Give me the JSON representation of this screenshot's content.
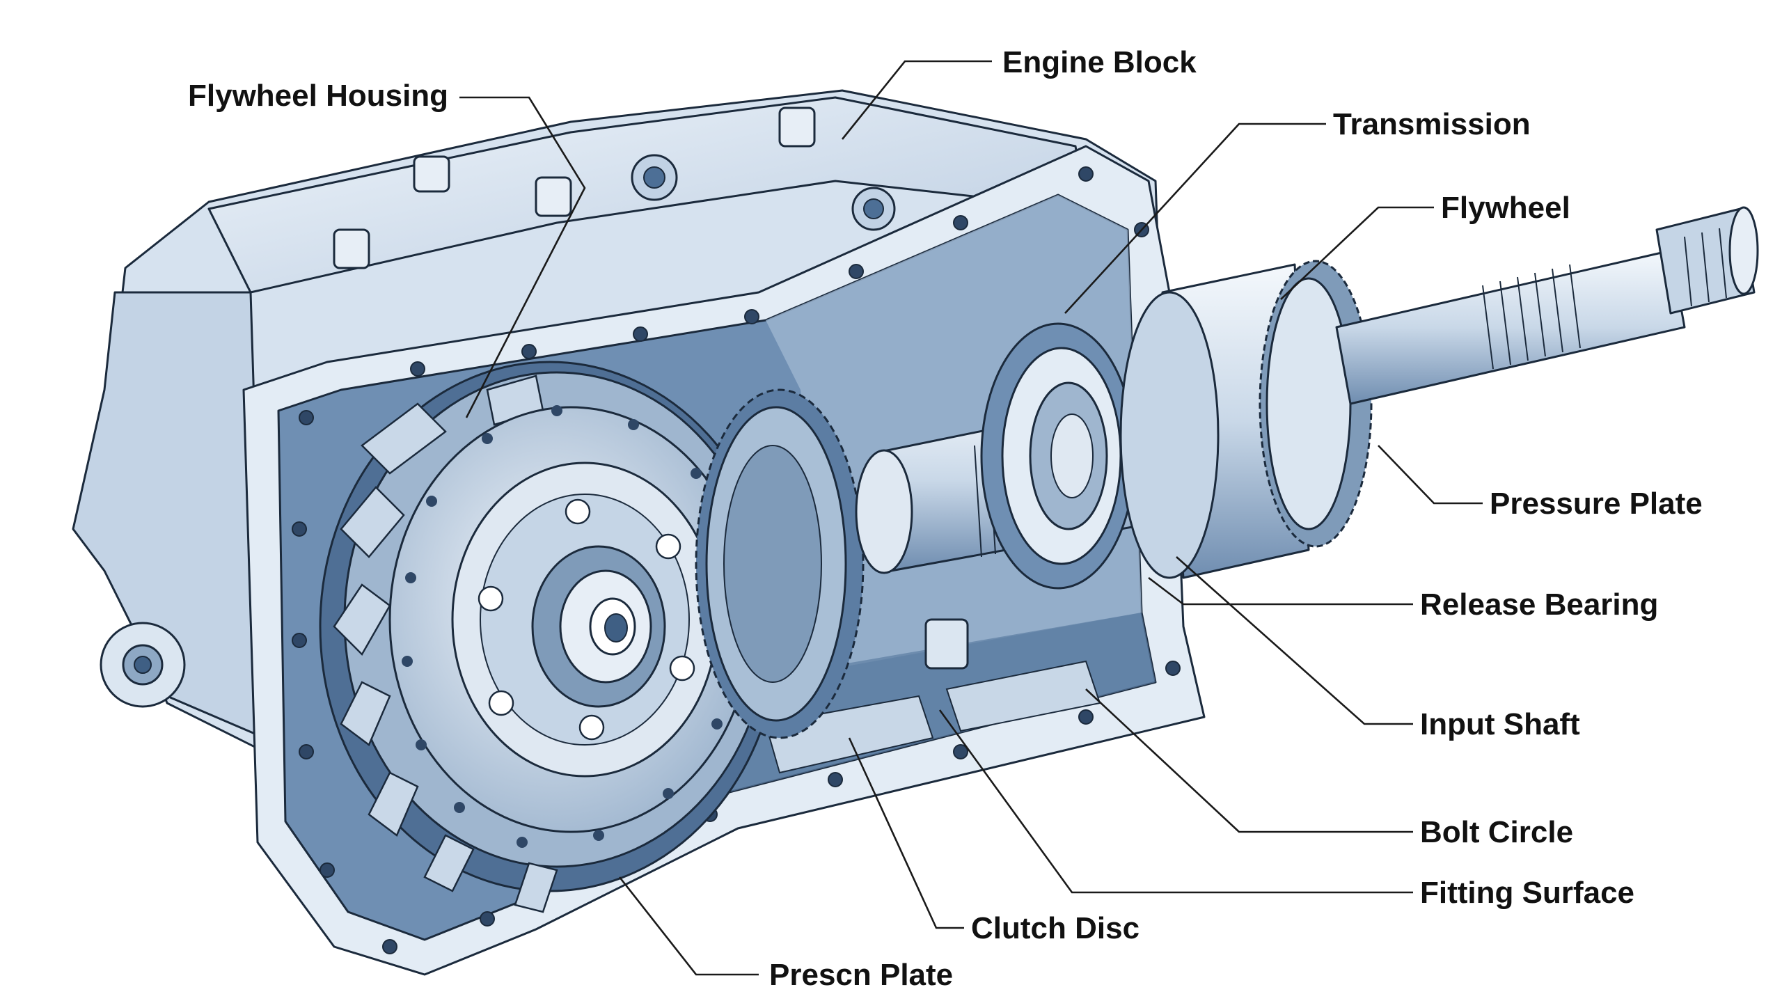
{
  "labels": {
    "engine_block": "Engine Block",
    "flywheel_housing": "Flywheel Housing",
    "transmission": "Transmission",
    "flywheel": "Flywheel",
    "pressure_plate": "Pressure Plate",
    "release_bearing": "Release Bearing",
    "input_shaft": "Input Shaft",
    "bolt_circle": "Bolt Circle",
    "fitting_surface": "Fitting Surface",
    "clutch_disc": "Clutch Disc",
    "prescn_plate": "Prescn Plate"
  },
  "colors": {
    "housing_light": "#e8f0f8",
    "housing_mid": "#c5d5e6",
    "housing_dark": "#7f9bb9",
    "housing_deep": "#4d6f96",
    "outline": "#1b2a3c",
    "label_text": "#111111"
  }
}
